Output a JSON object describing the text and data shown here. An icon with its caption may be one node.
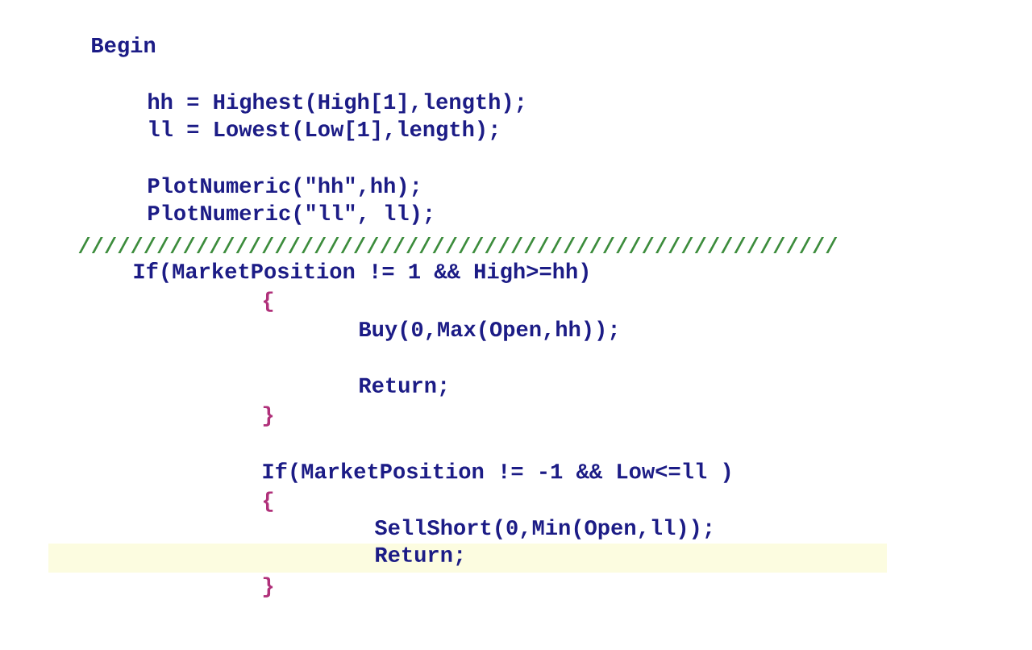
{
  "diagram": {
    "labels": [
      "Begin",
      "hh = Highest(High[1],length);",
      "ll = Lowest(Low[1],length);",
      "PlotNumeric(\"hh\",hh);",
      "PlotNumeric(\"ll\", ll);",
      "//////////////////////////////////////////////////////////",
      "If(MarketPosition != 1 && High>=hh)",
      "{",
      "Buy(0,Max(Open,hh));",
      "Return;",
      "}",
      "If(MarketPosition != -1 && Low<=ll )",
      "{",
      "SellShort(0,Min(Open,ll));",
      "Return;",
      "}"
    ]
  }
}
